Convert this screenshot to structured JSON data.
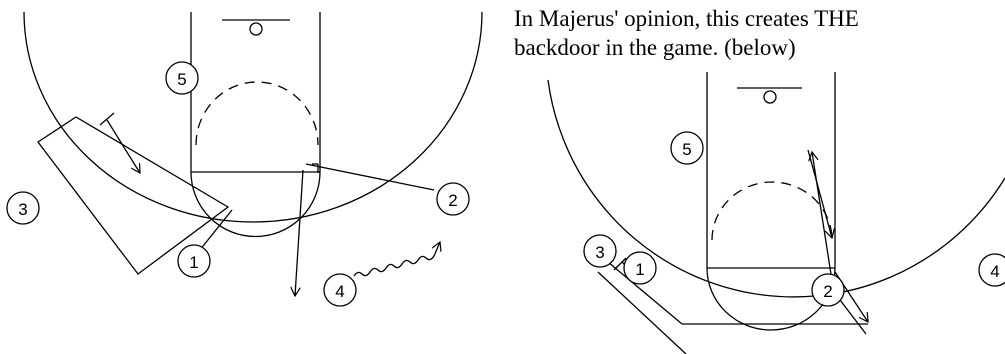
{
  "caption": {
    "line1": "In Majerus' opinion, this creates THE",
    "line2": "backdoor in the game. (below)"
  },
  "left_diagram": {
    "players": [
      "1",
      "2",
      "3",
      "4",
      "5"
    ]
  },
  "right_diagram": {
    "players": [
      "1",
      "2",
      "3",
      "4",
      "5"
    ]
  },
  "colors": {
    "ink": "#000000",
    "background": "#ffffff"
  }
}
